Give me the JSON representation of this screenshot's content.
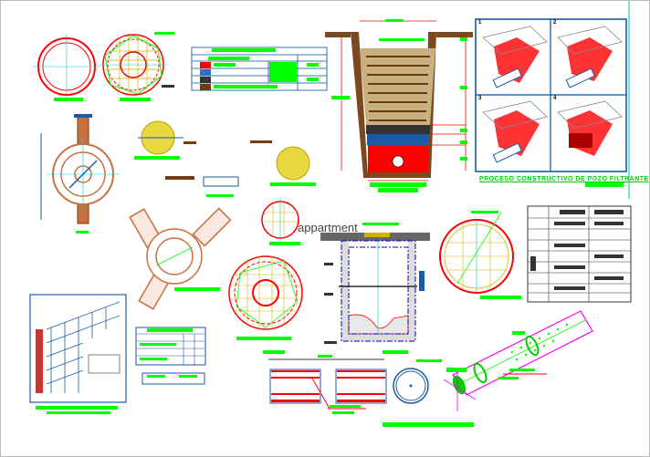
{
  "annotations": {
    "floating_label": "appartment",
    "process_title": "PROCESO CONSTRUCTIVO DE POZO FILTRANTE",
    "step_numbers": [
      "1",
      "2",
      "3",
      "4"
    ]
  },
  "colors": {
    "label_bar": "#00ff00",
    "dimension": "#ff0000",
    "frame": "#0050a0",
    "soil": "#7a4a1e",
    "gravel_fill": "#d8c890"
  }
}
